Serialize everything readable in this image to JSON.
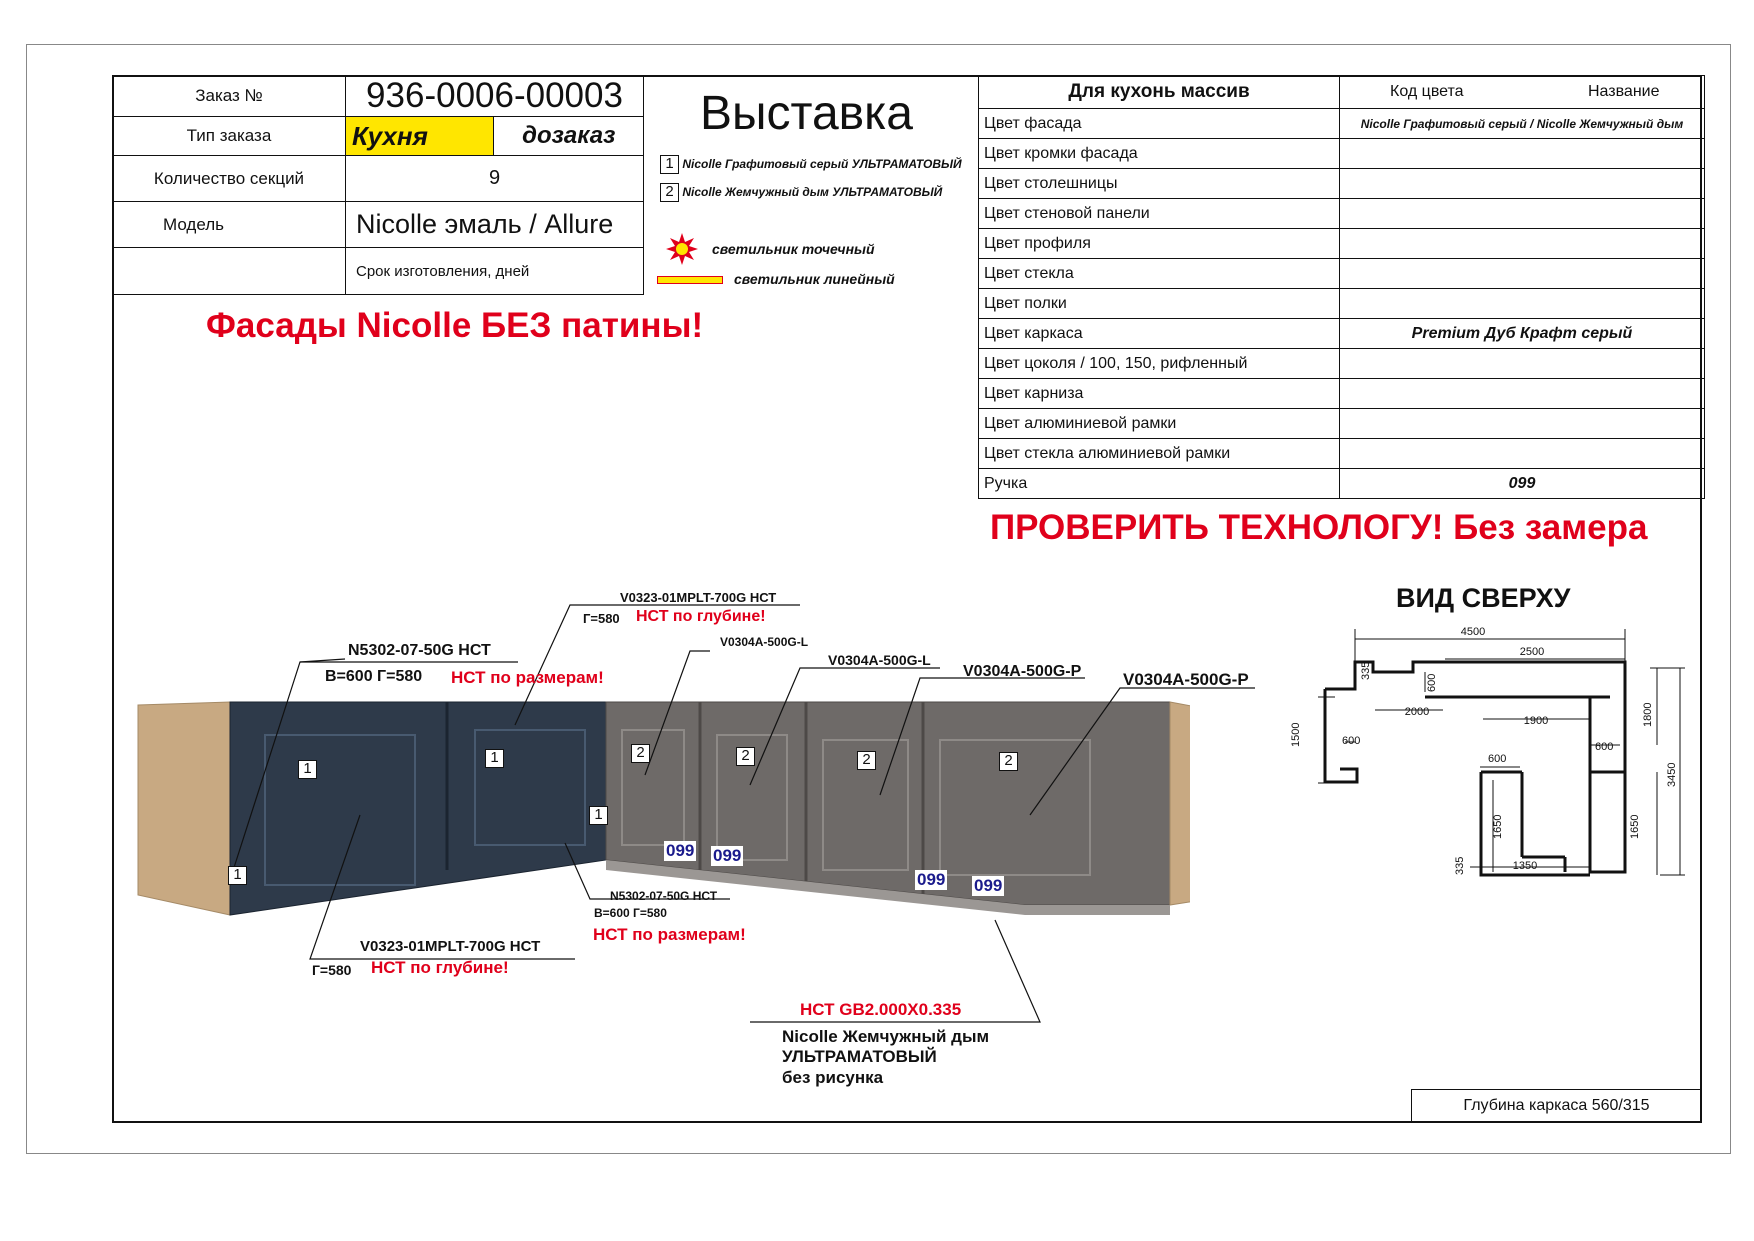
{
  "order": {
    "order_no_label": "Заказ №",
    "order_no": "936-0006-00003",
    "order_type_label": "Тип заказа",
    "order_type_value": "Кухня",
    "order_type_extra": "дозаказ",
    "sections_label": "Количество секций",
    "sections_value": "9",
    "model_label": "Модель",
    "model_value": "Nicolle эмаль / Allure",
    "term_label": "Срок изготовления, дней"
  },
  "exhibition_title": "Выставка",
  "legend": {
    "item1_num": "1",
    "item1": "Nicolle Графитовый серый УЛЬТРАМАТОВЫЙ",
    "item2_num": "2",
    "item2": "Nicolle Жемчужный дым УЛЬТРАМАТОВЫЙ",
    "spot_light": "светильник точечный",
    "linear_light": "светильник линейный"
  },
  "warning_facades": "Фасады Nicolle БЕЗ патины!",
  "warning_check": "ПРОВЕРИТЬ ТЕХНОЛОГУ! Без замера",
  "colors": {
    "header": "Для кухонь массив",
    "code_header": "Код цвета",
    "name_header": "Название",
    "rows": [
      {
        "label": "Цвет фасада",
        "value": "Nicolle Графитовый серый / Nicolle Жемчужный дым"
      },
      {
        "label": "Цвет кромки фасада",
        "value": ""
      },
      {
        "label": "Цвет столешницы",
        "value": ""
      },
      {
        "label": "Цвет стеновой панели",
        "value": ""
      },
      {
        "label": "Цвет профиля",
        "value": ""
      },
      {
        "label": "Цвет стекла",
        "value": ""
      },
      {
        "label": "Цвет полки",
        "value": ""
      },
      {
        "label": "Цвет каркаса",
        "value": "Premium Дуб Крафт серый"
      },
      {
        "label": "Цвет цоколя / 100, 150, рифленный",
        "value": ""
      },
      {
        "label": "Цвет карниза",
        "value": ""
      },
      {
        "label": "Цвет алюминиевой рамки",
        "value": ""
      },
      {
        "label": "Цвет стекла алюминиевой рамки",
        "value": ""
      },
      {
        "label": "Ручка",
        "value": "099"
      }
    ]
  },
  "top_view": {
    "title": "ВИД СВЕРХУ",
    "dims": [
      "4500",
      "2500",
      "335",
      "600",
      "2000",
      "1900",
      "1800",
      "1500",
      "600",
      "600",
      "3450",
      "600",
      "1650",
      "1650",
      "335",
      "1350"
    ]
  },
  "annotations": {
    "a1_code": "N5302-07-50G НСТ",
    "a1_dims": "В=600 Г=580",
    "a1_note": "НСТ по размерам!",
    "a2_code": "V0323-01MPLT-700G НСТ",
    "a2_dims": "Г=580",
    "a2_note": "НСТ по глубине!",
    "a3_code": "V0304A-500G-L",
    "a4_code": "V0304A-500G-L",
    "a5_code": "V0304A-500G-P",
    "a6_code": "V0304A-500G-P",
    "b1_code": "N5302-07-50G НСТ",
    "b1_dims": "В=600 Г=580",
    "b1_note": "НСТ по размерам!",
    "b2_code": "V0323-01MPLT-700G НСТ",
    "b2_dims": "Г=580",
    "b2_note": "НСТ по глубине!",
    "handle": "099",
    "cornice_code": "НСТ GB2.000X0.335",
    "cornice_line1": "Nicolle Жемчужный дым",
    "cornice_line2": "УЛЬТРАМАТОВЫЙ",
    "cornice_line3": "без рисунка"
  },
  "frame_depth": "Глубина каркаса 560/315",
  "palette": {
    "graphite": "#2e3a4a",
    "pearl": "#6e6a68",
    "wood": "#c8a982",
    "accent_red": "#e0001b",
    "highlight_yellow": "#ffe600"
  }
}
